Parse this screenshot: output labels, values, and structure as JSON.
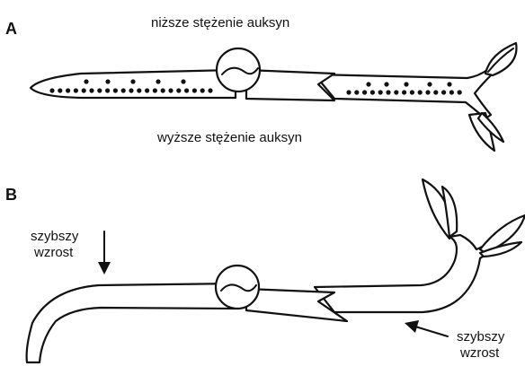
{
  "panels": {
    "a": {
      "letter": "A",
      "upper_label": "niższe stężenie auksyn",
      "lower_label": "wyższe stężenie auksyn"
    },
    "b": {
      "letter": "B",
      "root_label_line1": "szybszy",
      "root_label_line2": "wzrost",
      "shoot_label_line1": "szybszy",
      "shoot_label_line2": "wzrost"
    }
  }
}
